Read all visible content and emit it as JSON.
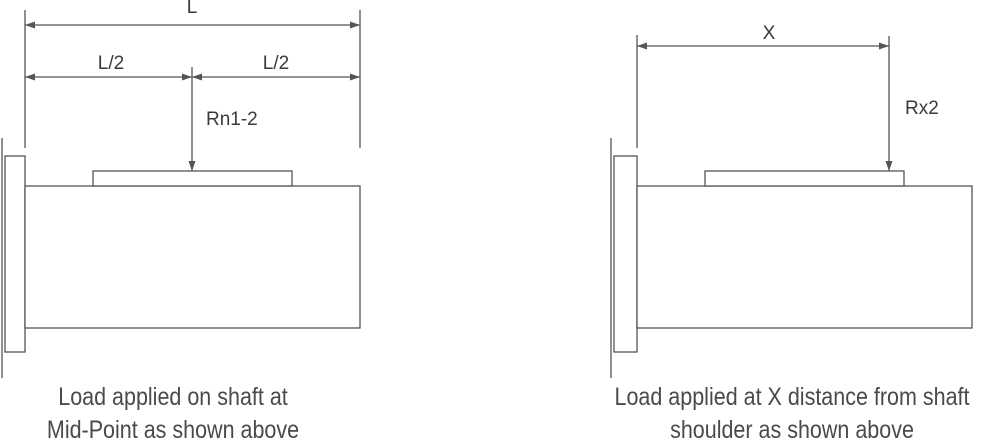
{
  "figures": [
    {
      "labels": {
        "total_length": "L",
        "half_left": "L/2",
        "half_right": "L/2",
        "load": "Rn1-2"
      },
      "caption": [
        "Load applied on shaft at",
        "Mid-Point as shown above"
      ]
    },
    {
      "labels": {
        "distance": "X",
        "load": "Rx2"
      },
      "caption": [
        "Load applied at X distance from shaft",
        "shoulder as shown above"
      ]
    }
  ],
  "colors": {
    "line": "#555555",
    "text": "#3a3a3a",
    "caption": "#4a4a4a"
  }
}
